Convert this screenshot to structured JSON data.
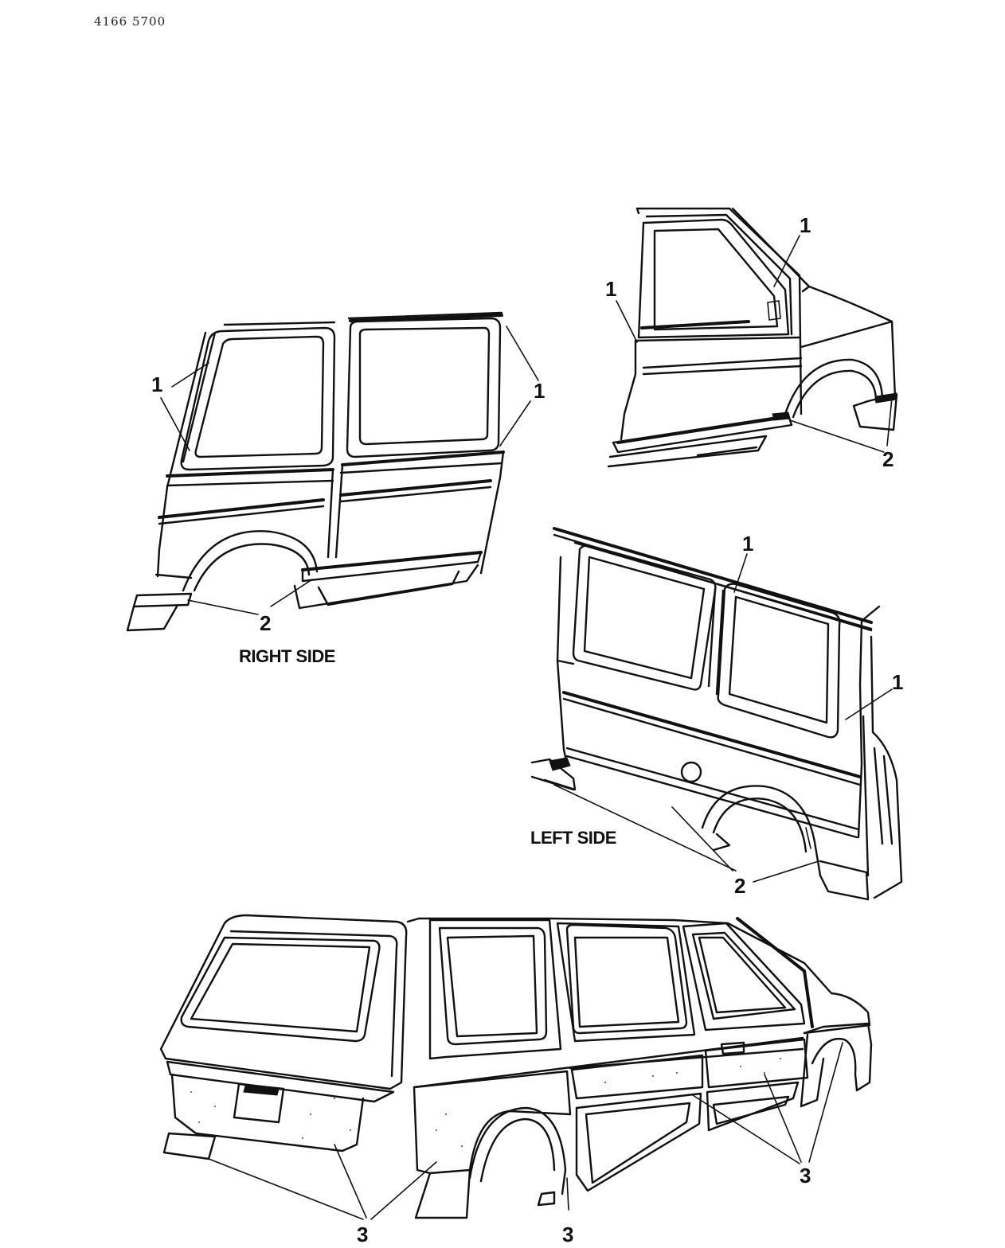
{
  "document": {
    "code": "4166 5700"
  },
  "views": {
    "right_side": {
      "label": "RIGHT SIDE"
    },
    "left_side": {
      "label": "LEFT SIDE"
    }
  },
  "callouts": [
    "1",
    "2",
    "3"
  ],
  "colors": {
    "ink": "#111111",
    "background": "#ffffff"
  }
}
